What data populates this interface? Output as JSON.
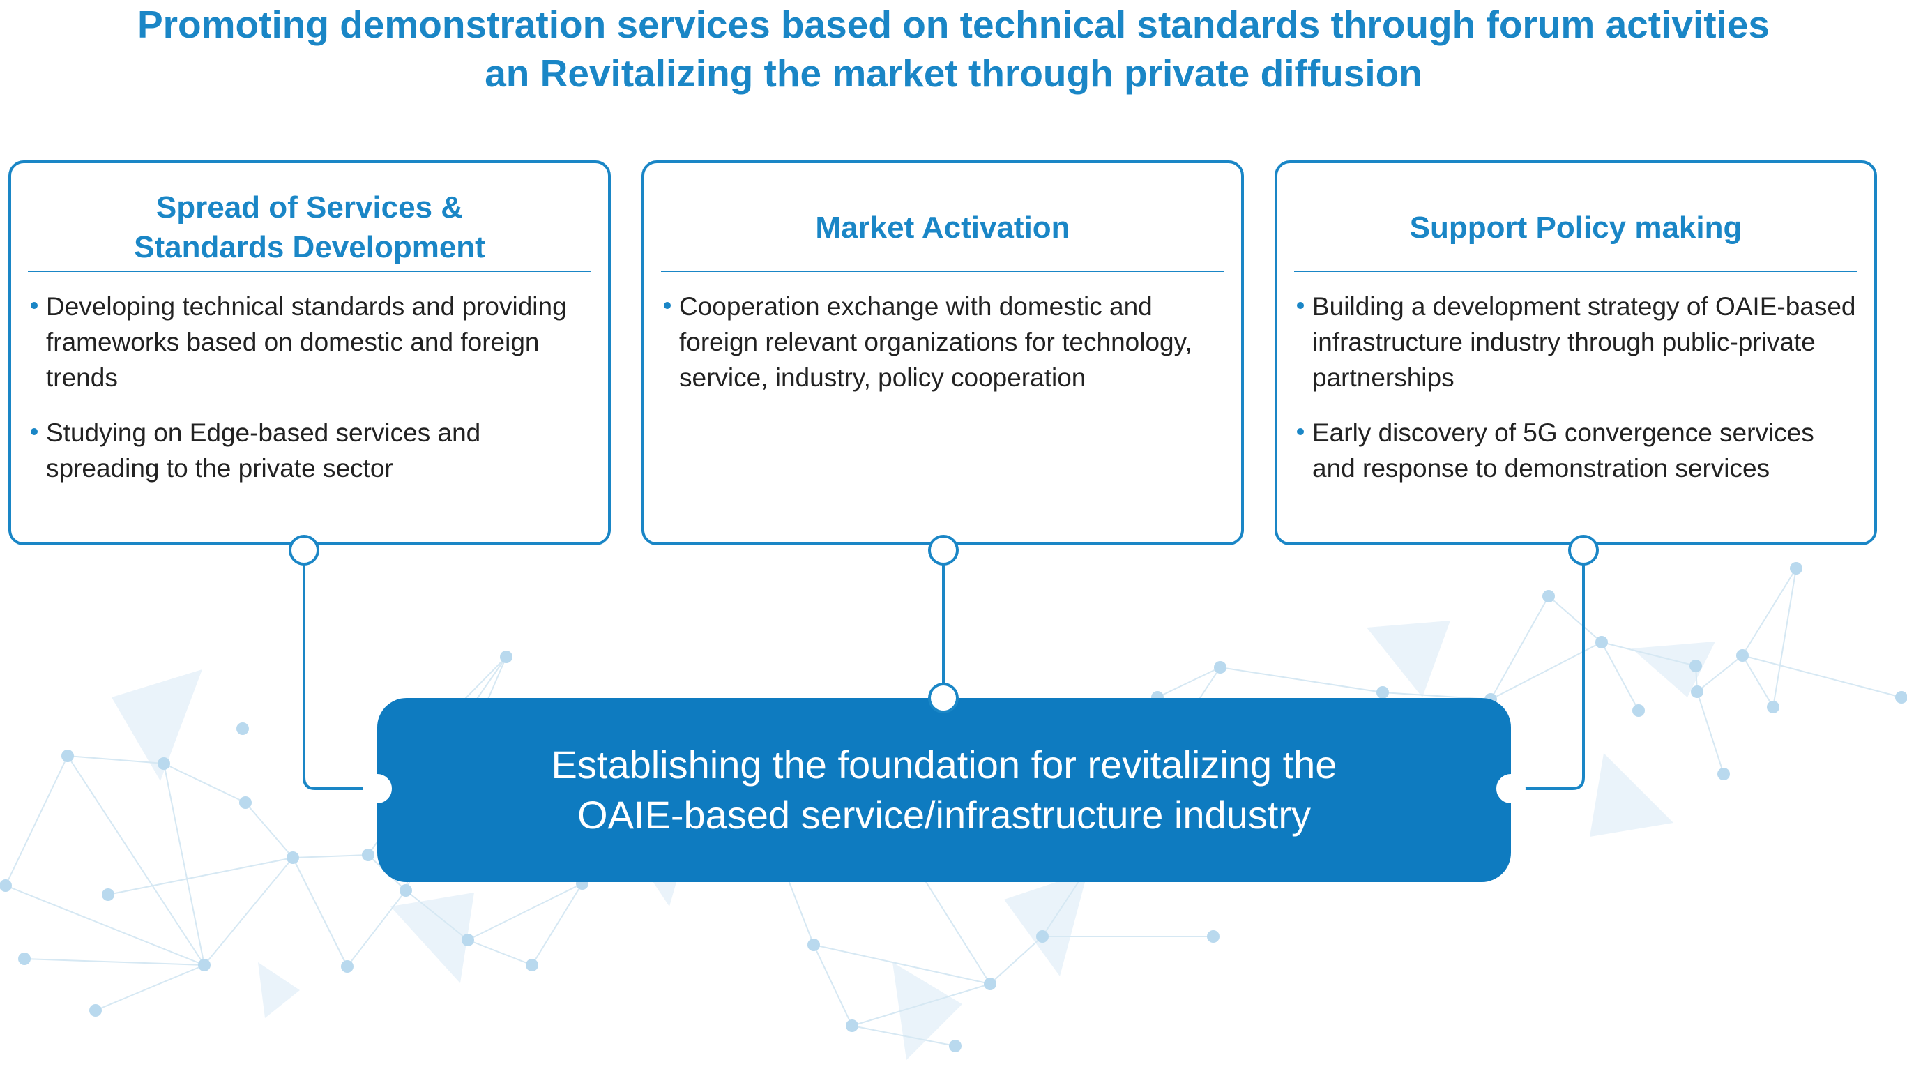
{
  "title": {
    "line1": "Promoting demonstration services based on technical standards through forum activities",
    "line2": "an Revitalizing the market through private diffusion"
  },
  "cards": [
    {
      "heading": [
        "Spread of Services &",
        "Standards Development"
      ],
      "bullets": [
        "Developing technical standards and providing frameworks based on domestic and foreign trends",
        "Studying on Edge-based services and spreading to the private sector"
      ]
    },
    {
      "heading": [
        "Market Activation"
      ],
      "bullets": [
        "Cooperation exchange with domestic and foreign relevant organizations for technology, service, industry, policy cooperation"
      ]
    },
    {
      "heading": [
        "Support Policy making"
      ],
      "bullets": [
        "Building a development strategy of OAIE-based infrastructure industry through public-private partnerships",
        "Early discovery of 5G convergence services and response to demonstration services"
      ]
    }
  ],
  "foundation": {
    "line1": "Establishing the foundation for revitalizing the",
    "line2": "OAIE-based service/infrastructure industry"
  },
  "colors": {
    "accent": "#1a86c6",
    "main_box": "#0e7bc0",
    "network_lines": "#d6e8f3",
    "network_dots": "#b9d9ee",
    "network_triangles": "#eaf3fa"
  }
}
